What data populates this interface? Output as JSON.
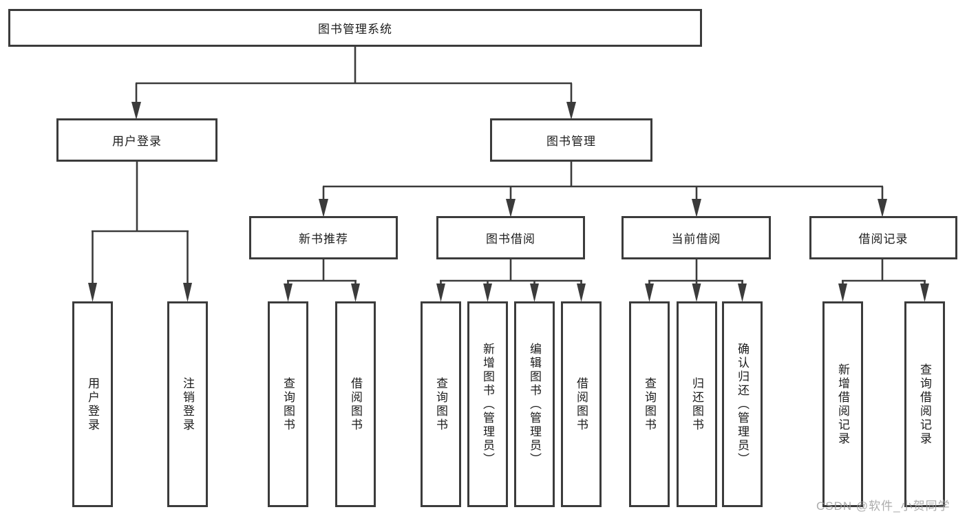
{
  "diagram": {
    "title": "图书管理系统",
    "level2": [
      {
        "label": "用户登录"
      },
      {
        "label": "图书管理"
      }
    ],
    "level3": [
      {
        "label": "新书推荐"
      },
      {
        "label": "图书借阅"
      },
      {
        "label": "当前借阅"
      },
      {
        "label": "借阅记录"
      }
    ],
    "leaves": [
      {
        "label": "用户登录"
      },
      {
        "label": "注销登录"
      },
      {
        "label": "查询图书"
      },
      {
        "label": "借阅图书"
      },
      {
        "label": "查询图书"
      },
      {
        "label": "新增图书（管理员）"
      },
      {
        "label": "编辑图书（管理员）"
      },
      {
        "label": "借阅图书"
      },
      {
        "label": "查询图书"
      },
      {
        "label": "归还图书"
      },
      {
        "label": "确认归还（管理员）"
      },
      {
        "label": "新增借阅记录"
      },
      {
        "label": "查询借阅记录"
      }
    ],
    "watermark": "CSDN @软件_小贺同学",
    "colors": {
      "line": "#3b3b3b",
      "box_border": "#3b3b3b",
      "box_background": "#ffffff",
      "text": "#1c1c1c",
      "watermark": "#9e9e9e"
    }
  }
}
